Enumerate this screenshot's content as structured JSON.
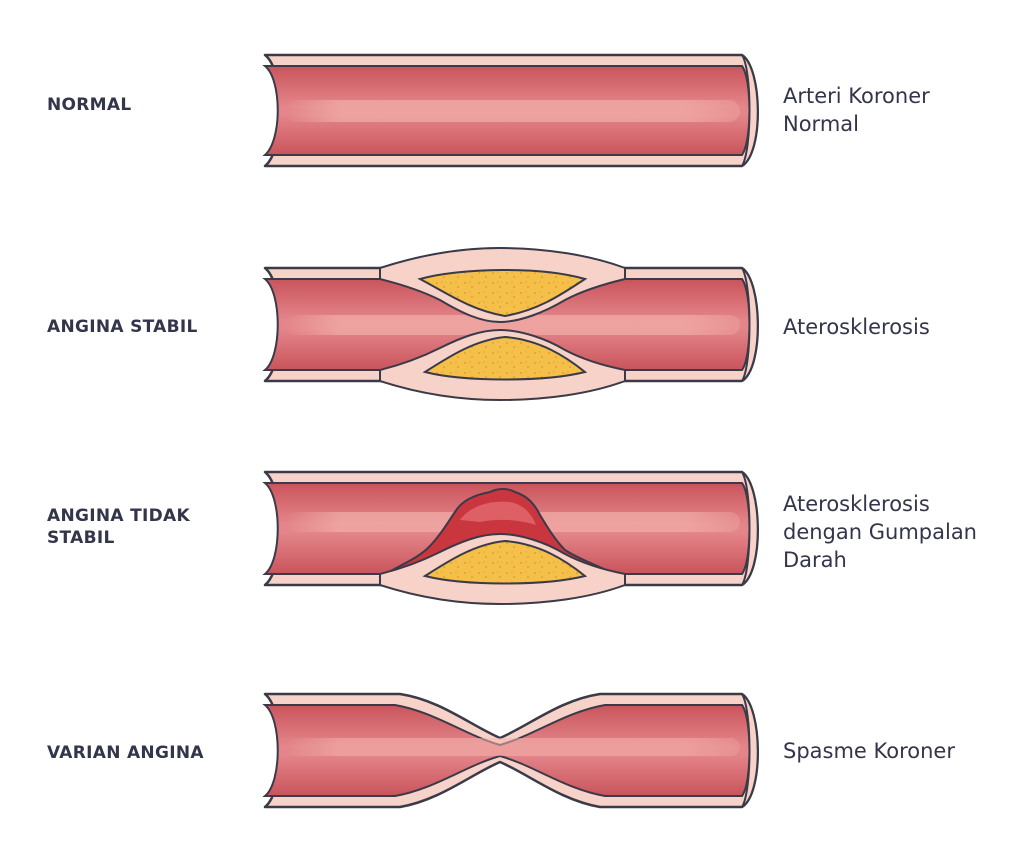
{
  "colors": {
    "text": "#33354a",
    "vessel_wall": "#f7d2c8",
    "vessel_lumen": "#d9676c",
    "lumen_highlight": "#f2a9a3",
    "outline": "#3a3a48",
    "plaque": "#f5c04a",
    "plaque_dots": "#e09a2a",
    "clot": "#c9363e",
    "clot_highlight": "#e36a6f"
  },
  "stages": [
    {
      "label": "NORMAL",
      "description": "Arteri Koroner\nNormal"
    },
    {
      "label": "ANGINA STABIL",
      "description": "Aterosklerosis"
    },
    {
      "label": "ANGINA TIDAK\nSTABIL",
      "description": "Aterosklerosis\ndengan Gumpalan\nDarah"
    },
    {
      "label": "VARIAN ANGINA",
      "description": "Spasme Koroner"
    }
  ]
}
